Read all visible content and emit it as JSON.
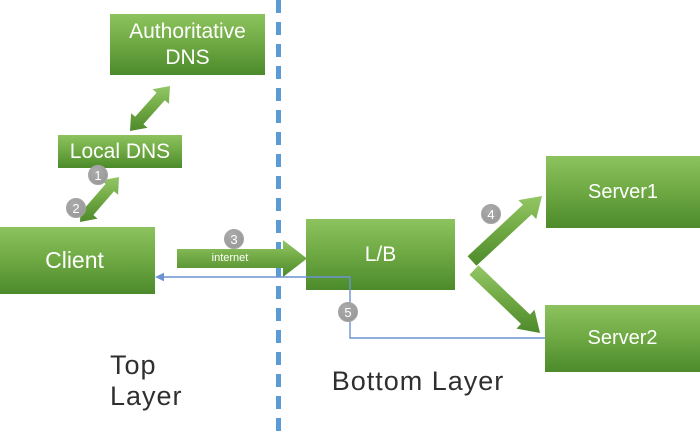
{
  "diagram": {
    "nodes": {
      "auth_dns": {
        "label": "Authoritative DNS"
      },
      "local_dns": {
        "label": "Local DNS"
      },
      "client": {
        "label": "Client"
      },
      "lb": {
        "label": "L/B"
      },
      "server1": {
        "label": "Server1"
      },
      "server2": {
        "label": "Server2"
      }
    },
    "edges": {
      "internet_label": "internet"
    },
    "steps": [
      "1",
      "2",
      "3",
      "4",
      "5"
    ],
    "layers": {
      "top": "Top Layer",
      "bottom": "Bottom Layer"
    },
    "colors": {
      "green_top": "#8cc35e",
      "green_mid": "#71ab45",
      "green_bottom": "#4c8a2b",
      "divider_blue": "#5b9bd5",
      "connector_blue": "#6b93d1",
      "badge_gray": "#9b9b9b",
      "label_ink": "#2f2f2f"
    }
  }
}
